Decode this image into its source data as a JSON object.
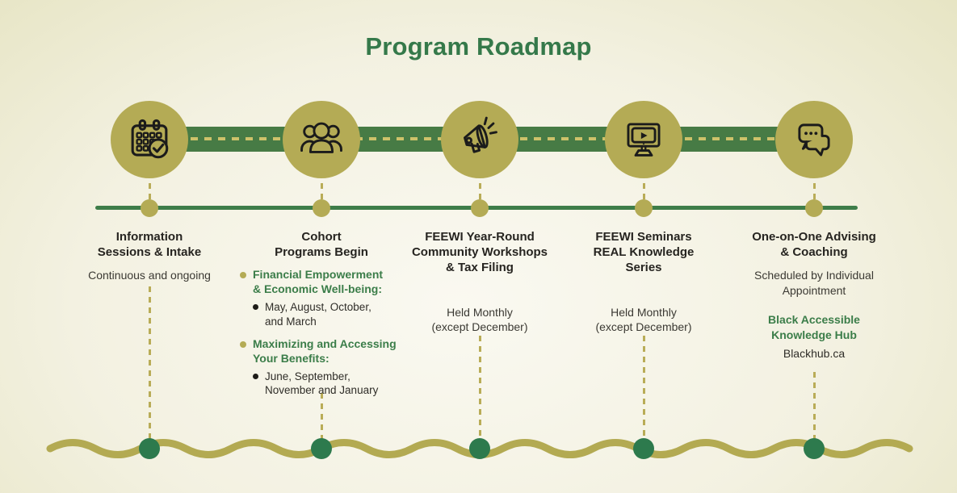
{
  "title": "Program Roadmap",
  "colors": {
    "accent_green": "#35794a",
    "band_green": "#477b45",
    "timeline_green": "#3e7d49",
    "wave_dot_green": "#2d7a4d",
    "olive": "#b4ab55",
    "dash_olive": "#cdc26a",
    "text_dark": "#262420"
  },
  "columns": [
    {
      "id": "information-sessions",
      "icon": "calendar-check-icon",
      "title_lines": [
        "Information",
        "Sessions & Intake"
      ],
      "body_lines": [
        "Continuous and ongoing"
      ]
    },
    {
      "id": "cohort-programs",
      "icon": "people-group-icon",
      "title_lines": [
        "Cohort",
        "Programs Begin"
      ],
      "bullets": [
        {
          "label_lines": [
            "Financial Empowerment",
            "& Economic Well-being:"
          ],
          "months_lines": [
            "May, August, October,",
            "and March"
          ]
        },
        {
          "label_lines": [
            "Maximizing and Accessing",
            "Your Benefits:"
          ],
          "months_lines": [
            "June, September,",
            "November and January"
          ]
        }
      ]
    },
    {
      "id": "community-workshops",
      "icon": "megaphone-icon",
      "title_lines": [
        "FEEWI Year-Round",
        "Community Workshops",
        "& Tax Filing"
      ],
      "body_lines": [
        "Held Monthly",
        "(except December)"
      ]
    },
    {
      "id": "seminars",
      "icon": "video-monitor-icon",
      "title_lines": [
        "FEEWI Seminars",
        "REAL Knowledge",
        "Series"
      ],
      "body_lines": [
        "Held Monthly",
        "(except December)"
      ]
    },
    {
      "id": "advising-coaching",
      "icon": "chat-bubbles-icon",
      "title_lines": [
        "One-on-One Advising",
        "& Coaching"
      ],
      "body_lines": [
        "Scheduled by Individual",
        "Appointment"
      ],
      "highlight_lines": [
        "Black Accessible",
        "Knowledge Hub"
      ],
      "link": "Blackhub.ca"
    }
  ]
}
